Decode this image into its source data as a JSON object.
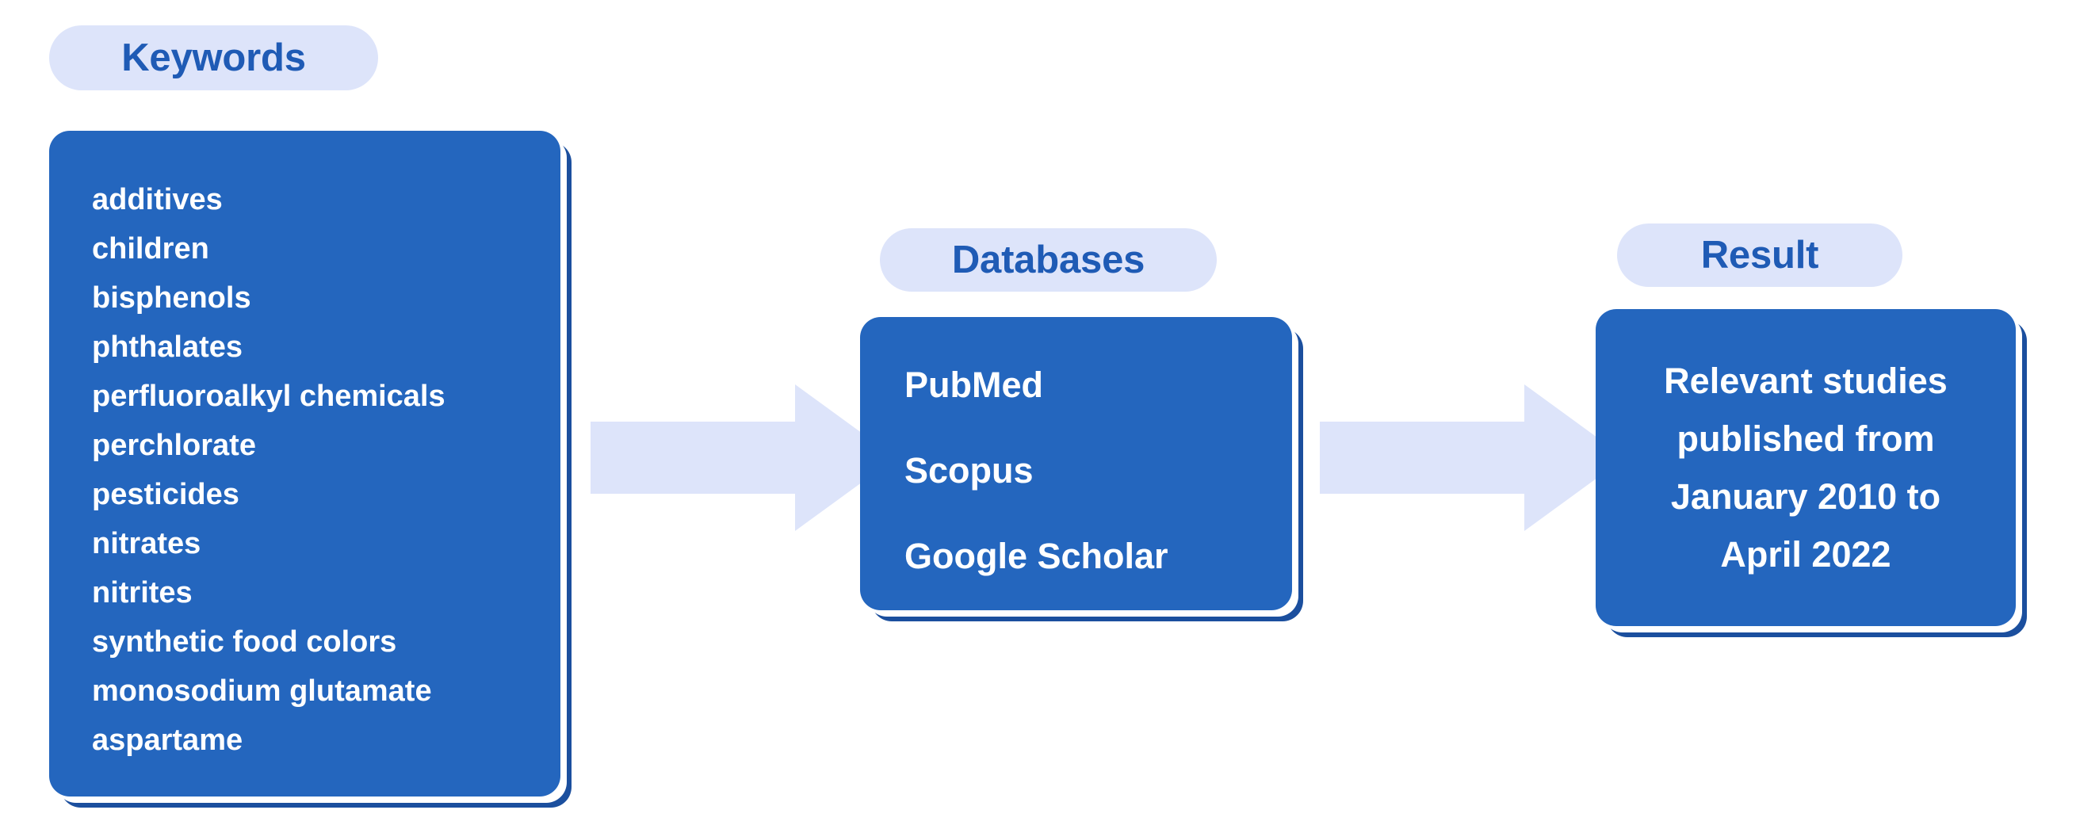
{
  "diagram": {
    "title": "Literature search strategy flow",
    "background_color": "#ffffff",
    "box_color": "#2466be",
    "box_shadow_color": "#1b4f9e",
    "pill_color": "#dde4fa",
    "pill_text_color": "#1f5bb5",
    "arrow_color": "#dde4fa",
    "box_text_color": "#ffffff"
  },
  "keywords": {
    "pill_label": "Keywords",
    "items": [
      "additives",
      "children",
      "bisphenols",
      "phthalates",
      "perfluoroalkyl chemicals",
      "perchlorate",
      "pesticides",
      "nitrates",
      "nitrites",
      "synthetic food colors",
      "monosodium glutamate",
      "aspartame"
    ]
  },
  "databases": {
    "pill_label": "Databases",
    "items": [
      "PubMed",
      "Scopus",
      "Google Scholar"
    ]
  },
  "result": {
    "pill_label": "Result",
    "lines": [
      "Relevant studies",
      "published from",
      "January 2010 to",
      "April 2022"
    ]
  },
  "arrows": [
    {
      "name": "keywords-to-databases"
    },
    {
      "name": "databases-to-result"
    }
  ]
}
